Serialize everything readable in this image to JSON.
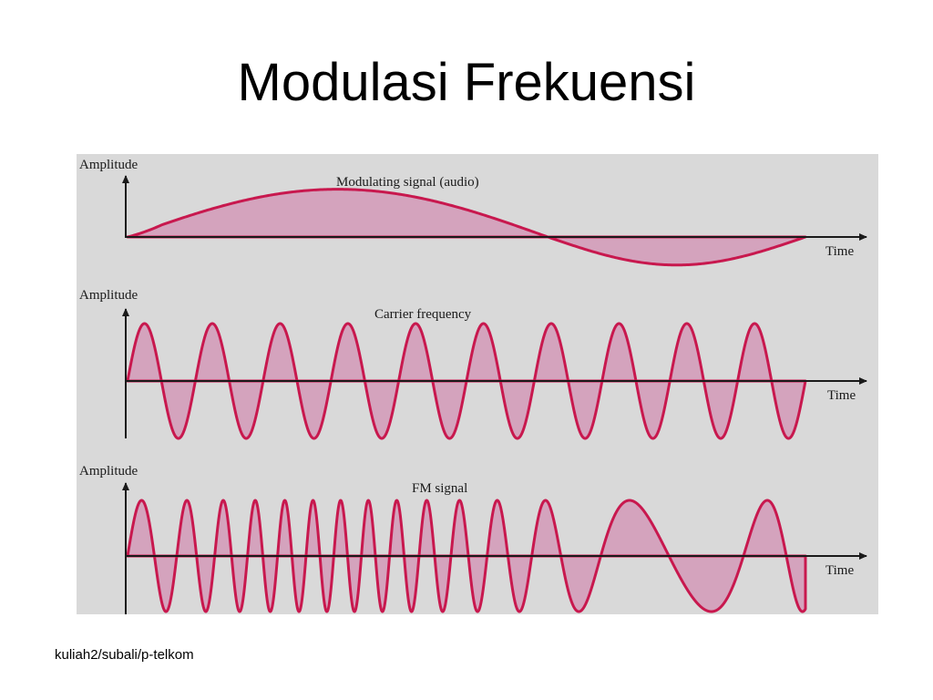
{
  "slide": {
    "title": "Modulasi Frekuensi",
    "footer": "kuliah2/subali/p-telkom"
  },
  "colors": {
    "panel_bg": "#d9d9d9",
    "wave_stroke": "#c8184e",
    "wave_fill": "#d4a3bd",
    "axis": "#1a1a1a"
  },
  "icons": {
    "axis_arrow": "arrowhead-icon"
  },
  "panels": [
    {
      "id": "modulating",
      "caption": "Modulating signal (audio)",
      "y_label": "Amplitude",
      "x_label": "Time"
    },
    {
      "id": "carrier",
      "caption": "Carrier frequency",
      "y_label": "Amplitude",
      "x_label": "Time"
    },
    {
      "id": "fm",
      "caption": "FM signal",
      "y_label": "Amplitude",
      "x_label": "Time"
    }
  ]
}
